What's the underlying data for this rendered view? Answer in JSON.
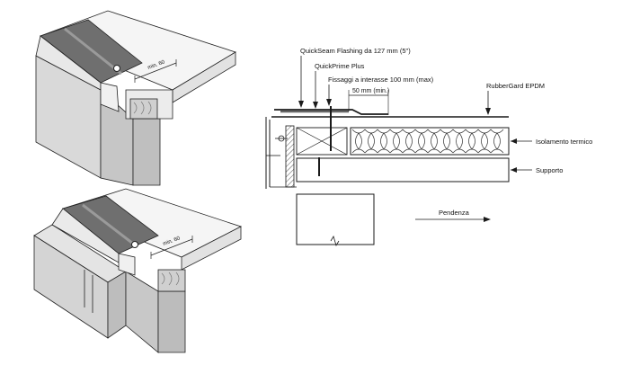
{
  "labels": {
    "quickseam": "QuickSeam Flashing da 127 mm (5\")",
    "quickprime": "QuickPrime Plus",
    "fissaggi": "Fissaggi a interasse 100 mm (max)",
    "dim_50": "50 mm (min.)",
    "rubbergard": "RubberGard EPDM",
    "isolamento": "Isolamento termico",
    "supporto": "Supporto",
    "pendenza": "Pendenza"
  },
  "details": {
    "top_dim": "min. 60",
    "bottom_dim": "min. 60"
  },
  "colors": {
    "line": "#1a1a1a",
    "strip": "#6f6f6f",
    "edge_light": "#e6e6e6",
    "edge_mid": "#cfcfcf",
    "edge_dark": "#b3b3b3"
  }
}
